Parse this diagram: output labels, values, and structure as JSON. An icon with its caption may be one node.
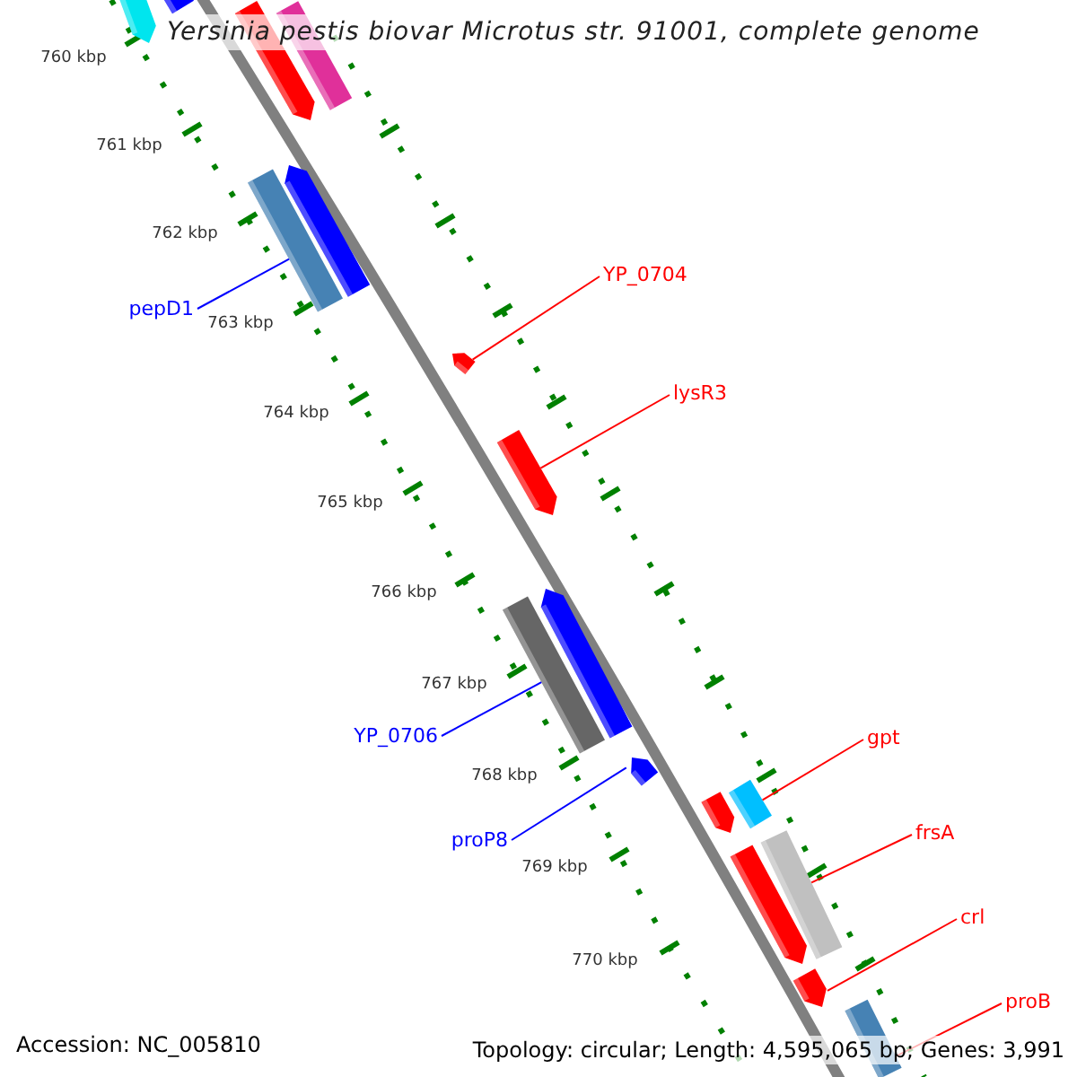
{
  "diagram": {
    "title": "Yersinia pestis biovar Microtus str. 91001, complete genome",
    "nodes": [
      {
        "text": [
          "pepD1"
        ]
      },
      {
        "text": [
          "YP_0704"
        ]
      },
      {
        "text": [
          "lysR3"
        ]
      },
      {
        "text": [
          "YP_0706"
        ]
      },
      {
        "text": [
          "proP8"
        ]
      },
      {
        "text": [
          "gpt"
        ]
      },
      {
        "text": [
          "frsA"
        ]
      },
      {
        "text": [
          "crl"
        ]
      },
      {
        "text": [
          "proB"
        ]
      },
      {
        "text": [],
        "shape": "bar"
      },
      {
        "text": [],
        "shape": "bar"
      },
      {
        "text": [],
        "shape": "bar"
      },
      {
        "text": [],
        "shape": "bar"
      },
      {
        "text": [],
        "shape": "bar"
      },
      {
        "text": [],
        "shape": "bar"
      },
      {
        "text": [],
        "shape": "bar"
      },
      {
        "text": [],
        "shape": "bar"
      },
      {
        "text": [],
        "shape": "bar"
      },
      {
        "text": [],
        "shape": "bar"
      },
      {
        "text": [],
        "shape": "bar"
      },
      {
        "text": [],
        "shape": "bar"
      },
      {
        "text": [],
        "shape": "bar"
      },
      {
        "text": [],
        "shape": "bar"
      },
      {
        "text": [],
        "shape": "bar"
      },
      {
        "text": [],
        "shape": "bar"
      },
      {
        "text": [],
        "shape": "bar"
      }
    ],
    "edges": [
      {
        "from": 0,
        "to": 13,
        "arrow": "none",
        "color": "#0000ff"
      },
      {
        "from": 1,
        "to": 15,
        "arrow": "none"
      },
      {
        "from": 2,
        "to": 16,
        "arrow": "none"
      },
      {
        "from": 3,
        "to": 17,
        "arrow": "none",
        "color": "#0000ff"
      },
      {
        "from": 4,
        "to": 19,
        "arrow": "none",
        "color": "#0000ff"
      },
      {
        "from": 5,
        "to": 21,
        "arrow": "none"
      },
      {
        "from": 6,
        "to": 23,
        "arrow": "none"
      },
      {
        "from": 7,
        "to": 24,
        "arrow": "none"
      },
      {
        "from": 8,
        "to": 25,
        "arrow": "none"
      }
    ],
    "labels": [
      "760 kbp",
      "761 kbp",
      "762 kbp",
      "763 kbp",
      "764 kbp",
      "765 kbp",
      "766 kbp",
      "767 kbp",
      "768 kbp",
      "769 kbp",
      "770 kbp",
      "Accession: NC_005810",
      "Topology: circular; Length: 4,595,065 bp; Genes: 3,991"
    ]
  }
}
